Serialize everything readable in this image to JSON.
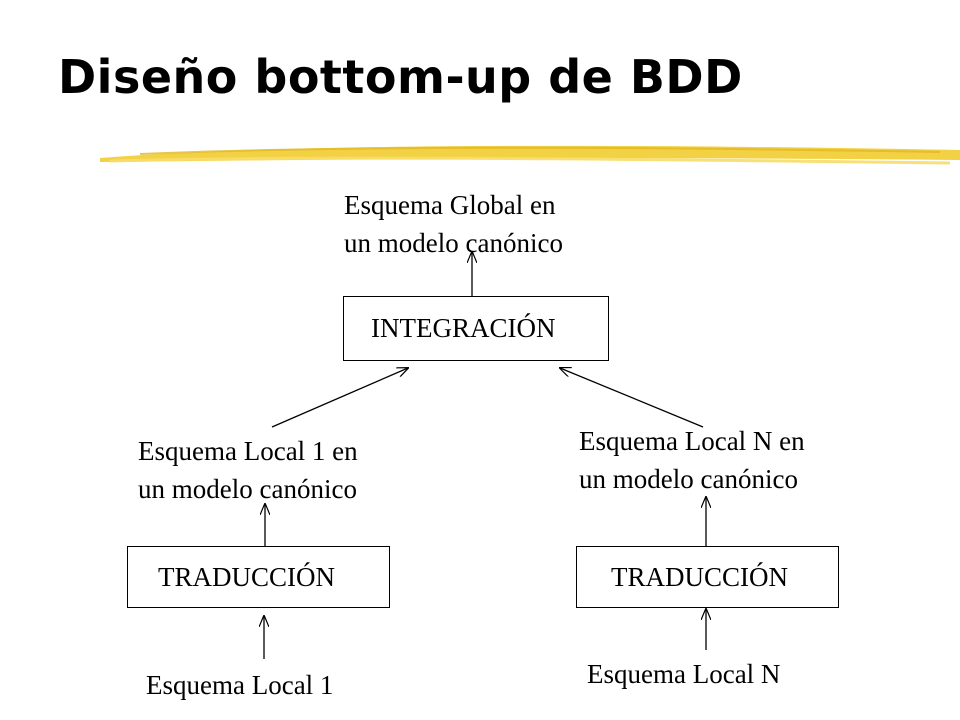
{
  "slide": {
    "title": "Diseño bottom-up de BDD",
    "accent_color": "#f2cf3a"
  },
  "diagram": {
    "global_schema": {
      "line1": "Esquema Global en",
      "line2": "un modelo canónico"
    },
    "integration_box": "INTEGRACIÓN",
    "local1_canonical": {
      "line1": "Esquema Local 1 en",
      "line2": "un modelo canónico"
    },
    "localN_canonical": {
      "line1": "Esquema Local N en",
      "line2": "un modelo canónico"
    },
    "translation_left": "TRADUCCIÓN",
    "translation_right": "TRADUCCIÓN",
    "local1_schema": "Esquema Local 1",
    "localN_schema": "Esquema Local N"
  }
}
